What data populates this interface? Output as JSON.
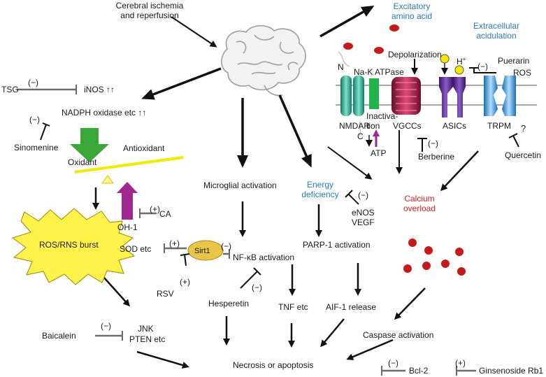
{
  "labels": {
    "cerebral_1": "Cerebral ischemia",
    "cerebral_2": "and reperfusion",
    "excit_1": "Excitatory",
    "excit_2": "amino acid",
    "extra_1": "Extracellular",
    "extra_2": "acidulation",
    "depolarization": "Depolarization",
    "nak": "Na-K ATPase",
    "n": "N",
    "c": "C",
    "h": "H",
    "h_sup": "+",
    "puerarin": "Puerarin",
    "ros": "ROS",
    "inactivation_1": "Inactiva-",
    "inactivation_2": "tion",
    "nmdar": "NMDAR",
    "vgccs": "VGCCs",
    "asics": "ASICs",
    "trpm": "TRPM",
    "atp": "ATP",
    "berberine": "Berberine",
    "quercetin": "Quercetin",
    "question": "?",
    "tsg": "TSG",
    "inos": "iNOS ↑↑",
    "nadph": "NADPH oxidase etc ↑↑",
    "sinomenine": "Sinomenine",
    "oxidant": "Oxidant",
    "antioxidant": "Antioxidant",
    "microglial": "Microglial activation",
    "energy_1": "Energy",
    "energy_2": "deficiency",
    "calcium_1": "Calcium",
    "calcium_2": "overload",
    "enos": "eNOS",
    "vegf": "VEGF",
    "ros_burst": "ROS/RNS burst",
    "oh1": "OH-1",
    "ca": "CA",
    "sod": "SOD etc",
    "sirt1": "Sirt1",
    "nfkb": "NF-κB activation",
    "parp": "PARP-1 activation",
    "rsv": "RSV",
    "hesperetin": "Hesperetin",
    "tnf": "TNF etc",
    "aif": "AIF-1 release",
    "caspase": "Caspase activation",
    "baicalein": "Baicalein",
    "jnk": "JNK",
    "pten": "PTEN etc",
    "necrosis": "Necrosis or apoptosis",
    "bcl2": "Bcl-2",
    "ginsenoside": "Ginsenoside Rb1"
  },
  "signs": {
    "tsg": "(−)",
    "sinomenine": "(−)",
    "puerarin": "(−)",
    "berberine": "(−)",
    "enos": "(−)",
    "ca": "(+)",
    "sod": "(+)",
    "nfkb": "(−)",
    "rsv": "(+)",
    "hesperetin": "(−)",
    "baicalein": "(−)",
    "bcl2": "(−)",
    "ginsenoside": "(+)"
  },
  "colors": {
    "text": "#1a1a1a",
    "blue_label": "#2a7ab8",
    "red_label": "#d42020",
    "green_arrow": "#3aa83a",
    "purple_arrow": "#a0278f",
    "burst": "#fff24a",
    "sirt1": "#e8c64a",
    "particles": "#c61a1a",
    "nmdar": "#2aa890",
    "nak": "#22b24a",
    "vgcc": "#b02050",
    "asic": "#5a2a90",
    "trpm": "#2a90d8",
    "membrane": "#8a8a8a",
    "seesaw": "#f2ea00"
  }
}
